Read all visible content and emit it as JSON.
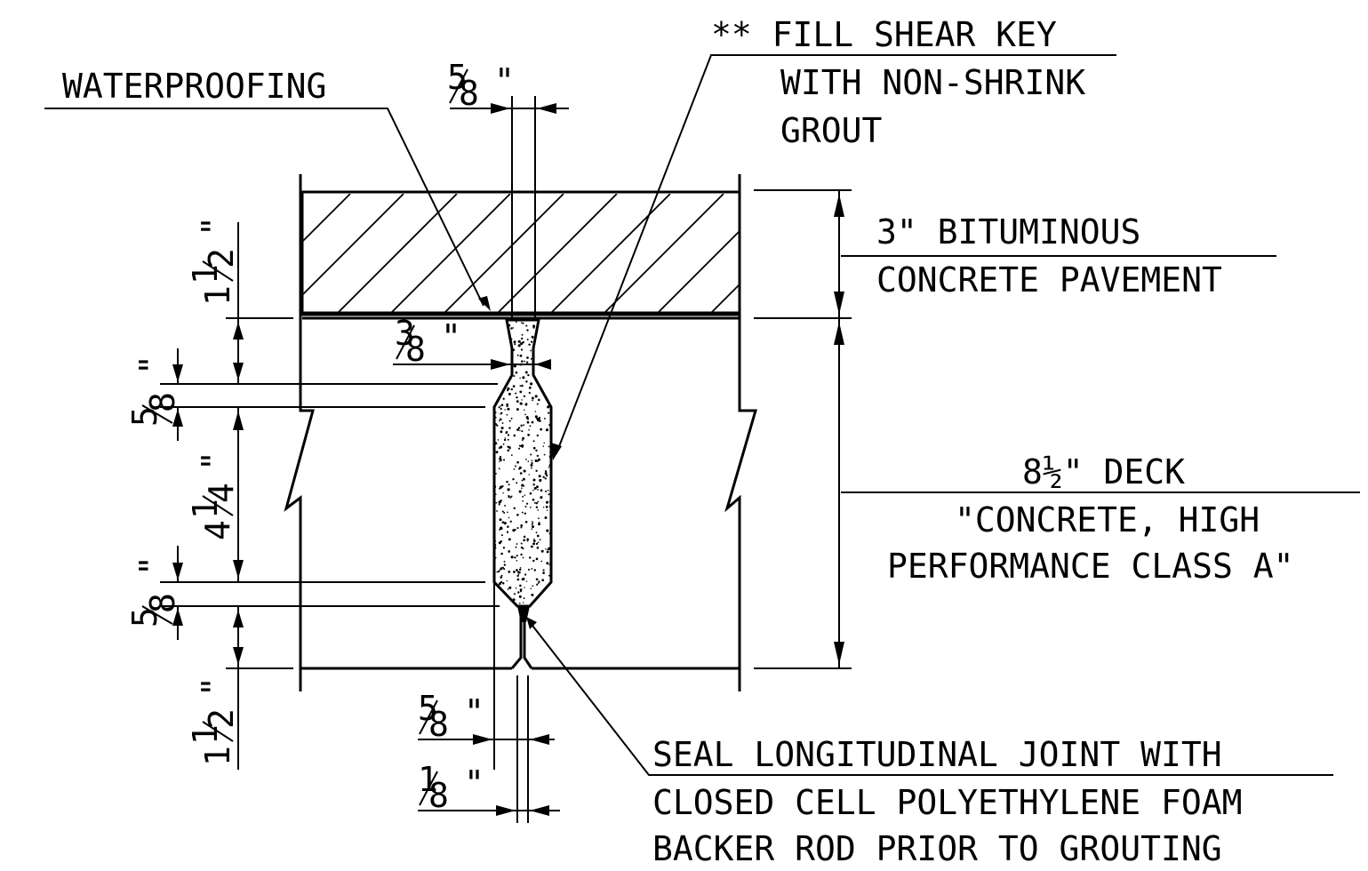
{
  "notes": {
    "waterproofing": "WATERPROOFING",
    "shear_key": [
      "** FILL SHEAR KEY",
      "WITH NON-SHRINK",
      "GROUT"
    ],
    "pavement": [
      "3\" BITUMINOUS",
      "CONCRETE PAVEMENT"
    ],
    "deck": [
      "8½\" DECK",
      "\"CONCRETE, HIGH",
      "PERFORMANCE CLASS A\""
    ],
    "seal": [
      "SEAL LONGITUDINAL JOINT WITH",
      "CLOSED CELL POLYETHYLENE FOAM",
      "BACKER ROD PRIOR TO GROUTING"
    ]
  },
  "dims": {
    "top_gap": {
      "num": "5",
      "den": "8",
      "unit": "\""
    },
    "neck_width": {
      "num": "3",
      "den": "8",
      "unit": "\""
    },
    "pavement_depth": {
      "whole": "1",
      "num": "1",
      "den": "2",
      "unit": "\""
    },
    "upper_taper": {
      "num": "5",
      "den": "8",
      "unit": "\""
    },
    "key_depth": {
      "whole": "4",
      "num": "1",
      "den": "4",
      "unit": "\""
    },
    "lower_taper": {
      "num": "5",
      "den": "8",
      "unit": "\""
    },
    "bottom_depth": {
      "whole": "1",
      "num": "1",
      "den": "2",
      "unit": "\""
    },
    "bottom_gap": {
      "num": "5",
      "den": "8",
      "unit": "\""
    },
    "joint_gap": {
      "num": "1",
      "den": "8",
      "unit": "\""
    }
  }
}
